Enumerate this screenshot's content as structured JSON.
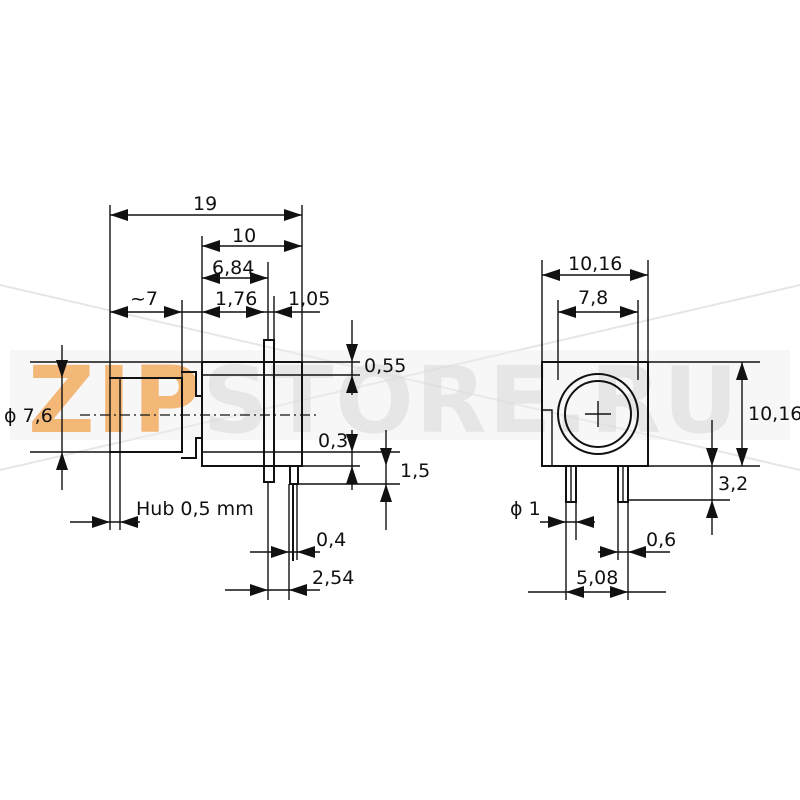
{
  "watermark": {
    "brand": "ZIP",
    "rest": "STORE.RU"
  },
  "side_view": {
    "overall_length": "19",
    "body_length": "10",
    "to_pins": "6,84",
    "pin_offset": "1,76",
    "flange": "1,05",
    "front_section": "~7",
    "diameter": "ϕ 7,6",
    "top_step": "0,55",
    "bottom_step": "0,3",
    "pin_height": "1,5",
    "stroke": "Hub 0,5 mm",
    "pin_thickness": "0,4",
    "pin_pitch": "2,54"
  },
  "front_view": {
    "width": "10,16",
    "bore": "7,8",
    "height": "10,16",
    "pin_standoff": "3,2",
    "pin_diameter": "ϕ 1",
    "pin_width": "0,6",
    "pin_spacing": "5,08"
  }
}
